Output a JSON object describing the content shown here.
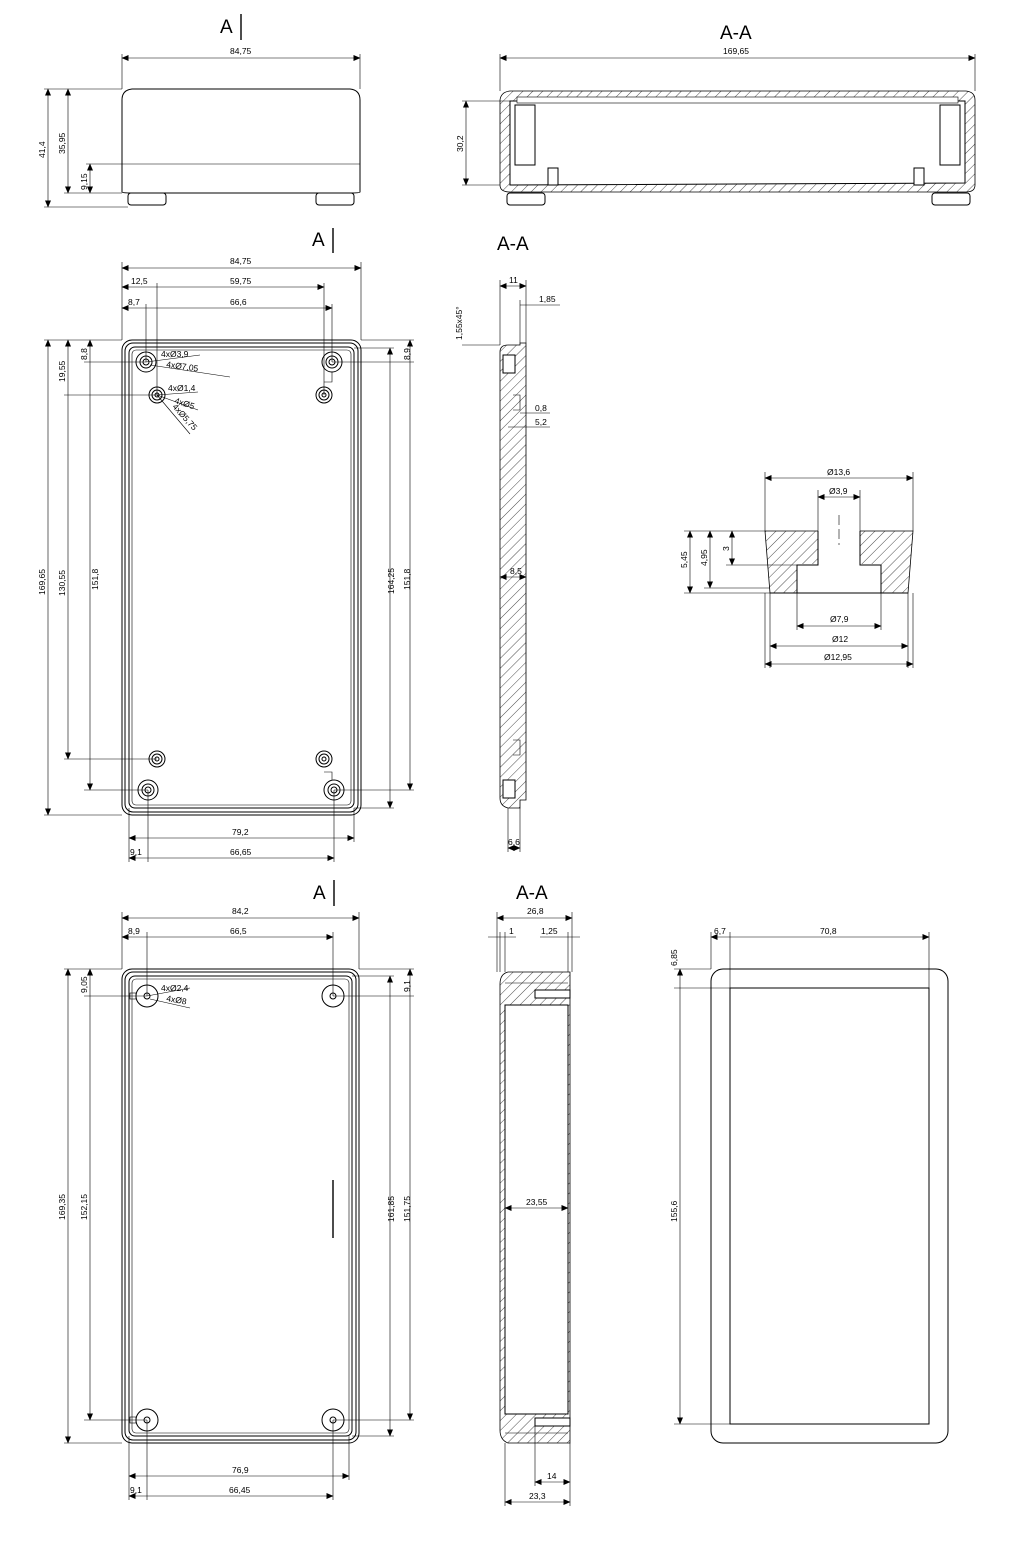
{
  "section_labels": {
    "view_a": "A",
    "section_aa": "A-A"
  },
  "side_view": {
    "width": "84,75",
    "total_height": "41,4",
    "body_height": "35,95",
    "foot_height": "9,15"
  },
  "section_side": {
    "length": "169,65",
    "height": "30,2"
  },
  "bottom_view": {
    "width": "84,75",
    "offset_x1": "12,5",
    "span_x1": "59,75",
    "offset_x2": "8,7",
    "span_x2": "66,6",
    "offset_y1": "8,8",
    "offset_y2": "19,55",
    "length": "169,65",
    "span_y1": "130,55",
    "span_y2": "151,8",
    "inner_length": "164,25",
    "span_y3": "151,8",
    "offset_y3": "8,9",
    "hole_a": "4xØ3,9",
    "hole_b": "4xØ7,05",
    "hole_c": "4xØ1,4",
    "hole_d": "4xØ5",
    "hole_e": "4xØ5,75",
    "bottom_width": "79,2",
    "bottom_offset": "9,1",
    "bottom_span": "66,65"
  },
  "wall_section": {
    "depth": "11",
    "lip": "1,85",
    "chamfer": "1,55x45°",
    "gap": "0,8",
    "step": "5,2",
    "wall": "8,5",
    "base": "6,6"
  },
  "foot_detail": {
    "top_dia": "Ø13,6",
    "hole_dia": "Ø3,9",
    "height_a": "5,45",
    "height_b": "4,95",
    "height_c": "3",
    "recess_dia": "Ø7,9",
    "base_dia": "Ø12",
    "bottom_dia": "Ø12,95"
  },
  "top_view": {
    "width": "84,2",
    "offset_x": "8,9",
    "span_x": "66,5",
    "offset_y1": "9,05",
    "length": "169,35",
    "span_y1": "152,15",
    "inner": "161,85",
    "span_y2": "151,75",
    "offset_y2": "9,1",
    "hole_a": "4xØ2,4",
    "hole_b": "4xØ8",
    "bottom_width": "76,9",
    "bottom_offset": "9,1",
    "bottom_span": "66,45"
  },
  "top_section": {
    "depth": "26,8",
    "lip_a": "1",
    "lip_b": "1,25",
    "inner": "23,55",
    "rib": "14",
    "base": "23,3"
  },
  "lid": {
    "border": "6,7",
    "width": "70,8",
    "border_y": "6,85",
    "length": "155,6"
  }
}
